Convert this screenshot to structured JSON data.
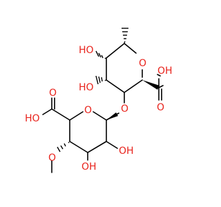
{
  "molecule": {
    "colors": {
      "oxygen": "#e8231c",
      "carbon": "#000000",
      "background": "#ffffff"
    },
    "labels": {
      "oh_top_left": "HO",
      "oh_mid_left": "HO",
      "oh_acid_right": "OH",
      "o_acid_right_carbonyl": "O",
      "ring_o_top": "O",
      "glyco_o": "O",
      "ring_o_bottom": "O",
      "o_acid_left_carbonyl": "O",
      "oh_acid_left": "HO",
      "methoxy_o": "O",
      "oh_bottom_right": "OH",
      "oh_bottom_mid": "OH"
    }
  }
}
